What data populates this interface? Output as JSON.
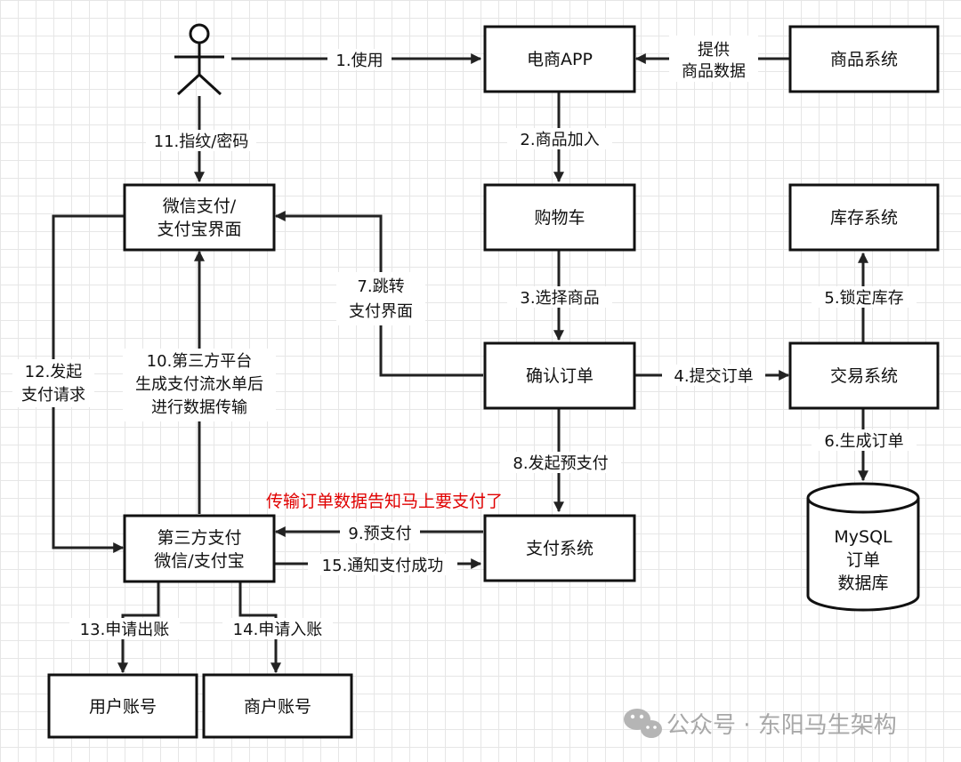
{
  "nodes": {
    "app": "电商APP",
    "product_system": "商品系统",
    "cart": "购物车",
    "inventory_system": "库存系统",
    "pay_ui": [
      "微信支付/",
      "支付宝界面"
    ],
    "confirm_order": "确认订单",
    "trade_system": "交易系统",
    "third_party": [
      "第三方支付",
      "微信/支付宝"
    ],
    "pay_system": "支付系统",
    "mysql": [
      "MySQL",
      "订单",
      "数据库"
    ],
    "user_account": "用户账号",
    "merchant_account": "商户账号"
  },
  "edges": {
    "use": "1.使用",
    "product_data": [
      "提供",
      "商品数据"
    ],
    "add_product": "2.商品加入",
    "select_product": "3.选择商品",
    "submit_order": "4.提交订单",
    "lock_inventory": "5.锁定库存",
    "gen_order": "6.生成订单",
    "jump_pay_ui": [
      "7.跳转",
      "支付界面"
    ],
    "init_prepay": "8.发起预支付",
    "prepay": "9.预支付",
    "third_party_flow": [
      "10.第三方平台",
      "生成支付流水单后",
      "进行数据传输"
    ],
    "fingerprint": "11.指纹/密码",
    "pay_request": [
      "12.发起",
      "支付请求"
    ],
    "apply_debit": "13.申请出账",
    "apply_credit": "14.申请入账",
    "notify_success": "15.通知支付成功"
  },
  "annotation": "传输订单数据告知马上要支付了",
  "watermark": "公众号 · 东阳马生架构",
  "colors": {
    "annotation": "#e00000",
    "line": "#222222",
    "grid": "#e6e6e6"
  },
  "icons": {
    "actor": "stick-figure-icon",
    "watermark": "wechat-icon"
  }
}
